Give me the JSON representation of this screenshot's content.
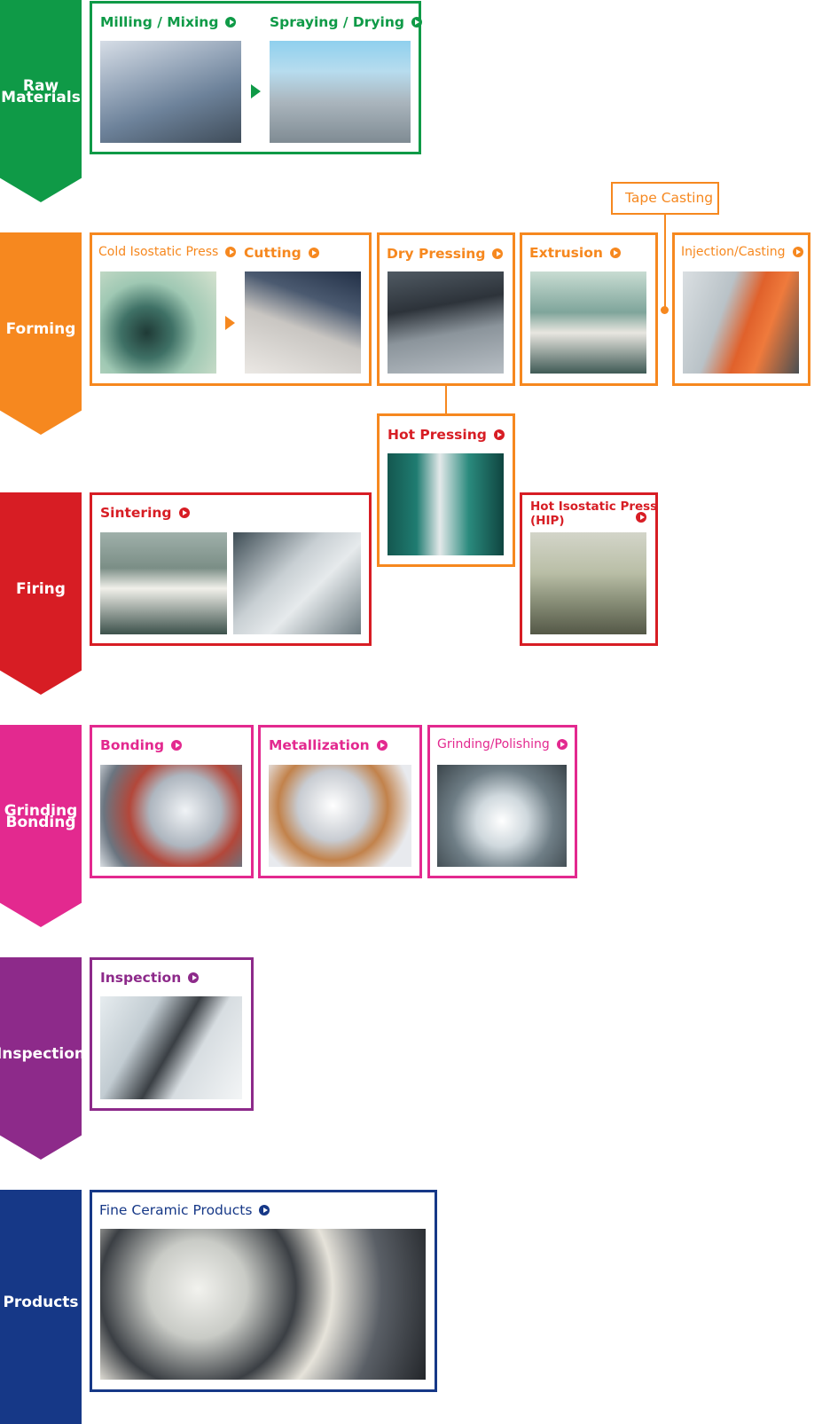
{
  "colors": {
    "raw": "#0f9a47",
    "forming": "#f6881f",
    "firing": "#d71d24",
    "grinding": "#e3298f",
    "inspection": "#8d2a8a",
    "products": "#163887"
  },
  "stages": {
    "raw": [
      "Raw",
      "Materials"
    ],
    "forming": [
      "Forming"
    ],
    "firing": [
      "Firing"
    ],
    "grinding": [
      "Grinding",
      "Bonding"
    ],
    "inspection": [
      "Inspection"
    ],
    "products": [
      "Products"
    ]
  },
  "processes": {
    "milling": "Milling / Mixing",
    "spraying": "Spraying / Drying",
    "tape_casting": "Tape Casting",
    "cold_isostatic": "Cold Isostatic Press",
    "cutting": "Cutting",
    "dry_pressing": "Dry Pressing",
    "extrusion": "Extrusion",
    "injection": "Injection/Casting",
    "hot_pressing": "Hot Pressing",
    "sintering": "Sintering",
    "hip_line1": "Hot Isostatic Press",
    "hip_line2": "(HIP)",
    "bonding": "Bonding",
    "metallization": "Metallization",
    "grinding_polishing": "Grinding/Polishing",
    "inspection": "Inspection",
    "products": "Fine Ceramic Products"
  }
}
